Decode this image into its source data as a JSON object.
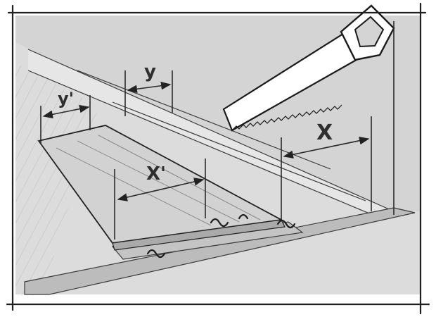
{
  "labels": {
    "y": "y",
    "y_prime": "y'",
    "x": "X",
    "x_prime": "X'"
  },
  "colors": {
    "background": "#ffffff",
    "wall": "#d6d6d6",
    "wall_light": "#e4e4e4",
    "floor": "#dedede",
    "plank": "#cfcfcf",
    "plank_edge": "#b4b4b4",
    "ink": "#222222"
  },
  "icons": [
    "saw-icon"
  ]
}
